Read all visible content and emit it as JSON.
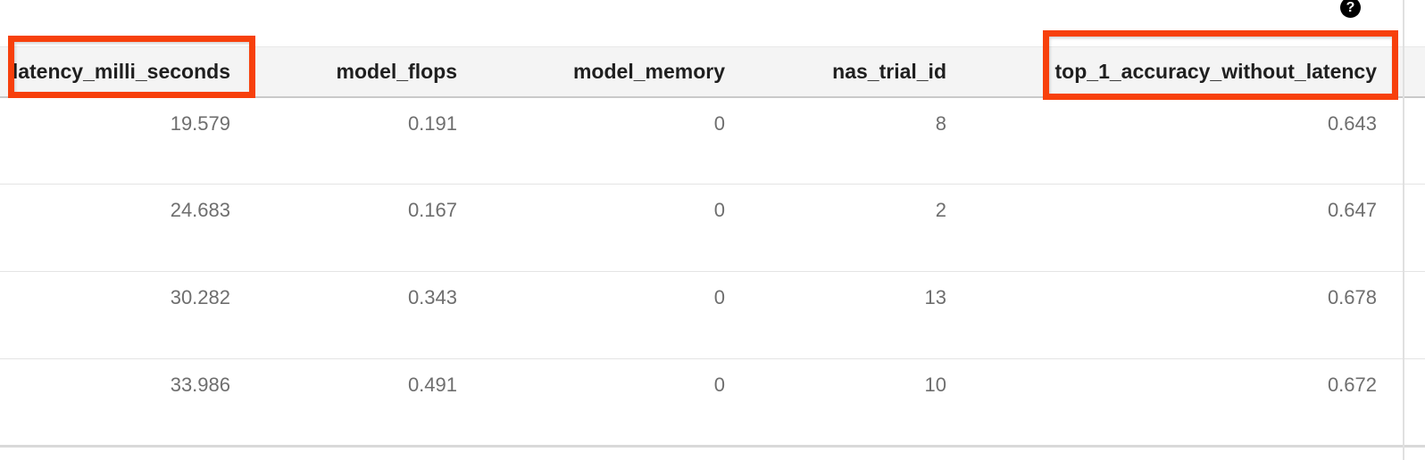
{
  "help": {
    "icon": "question-mark",
    "glyph": "?"
  },
  "annotations": {
    "highlight_color": "#f7400c",
    "highlighted_columns": [
      "latency_milli_seconds",
      "top_1_accuracy_without_latency"
    ]
  },
  "colors": {
    "header_bg": "#f4f4f4",
    "header_text": "#1f1f1f",
    "cell_text": "#6e6e6e",
    "row_divider": "#e4e4e4",
    "header_divider": "#c9c9c9",
    "bottom_rule": "#d9d9d9",
    "column_boundary_line": "#e0e0e0",
    "help_icon_bg": "#000000"
  },
  "table": {
    "columns": [
      {
        "label": "latency_milli_seconds",
        "highlighted": true
      },
      {
        "label": "model_flops",
        "highlighted": false
      },
      {
        "label": "model_memory",
        "highlighted": false
      },
      {
        "label": "nas_trial_id",
        "highlighted": false
      },
      {
        "label": "top_1_accuracy_without_latency",
        "highlighted": true
      }
    ],
    "rows": [
      [
        "19.579",
        "0.191",
        "0",
        "8",
        "0.643"
      ],
      [
        "24.683",
        "0.167",
        "0",
        "2",
        "0.647"
      ],
      [
        "30.282",
        "0.343",
        "0",
        "13",
        "0.678"
      ],
      [
        "33.986",
        "0.491",
        "0",
        "10",
        "0.672"
      ]
    ]
  }
}
